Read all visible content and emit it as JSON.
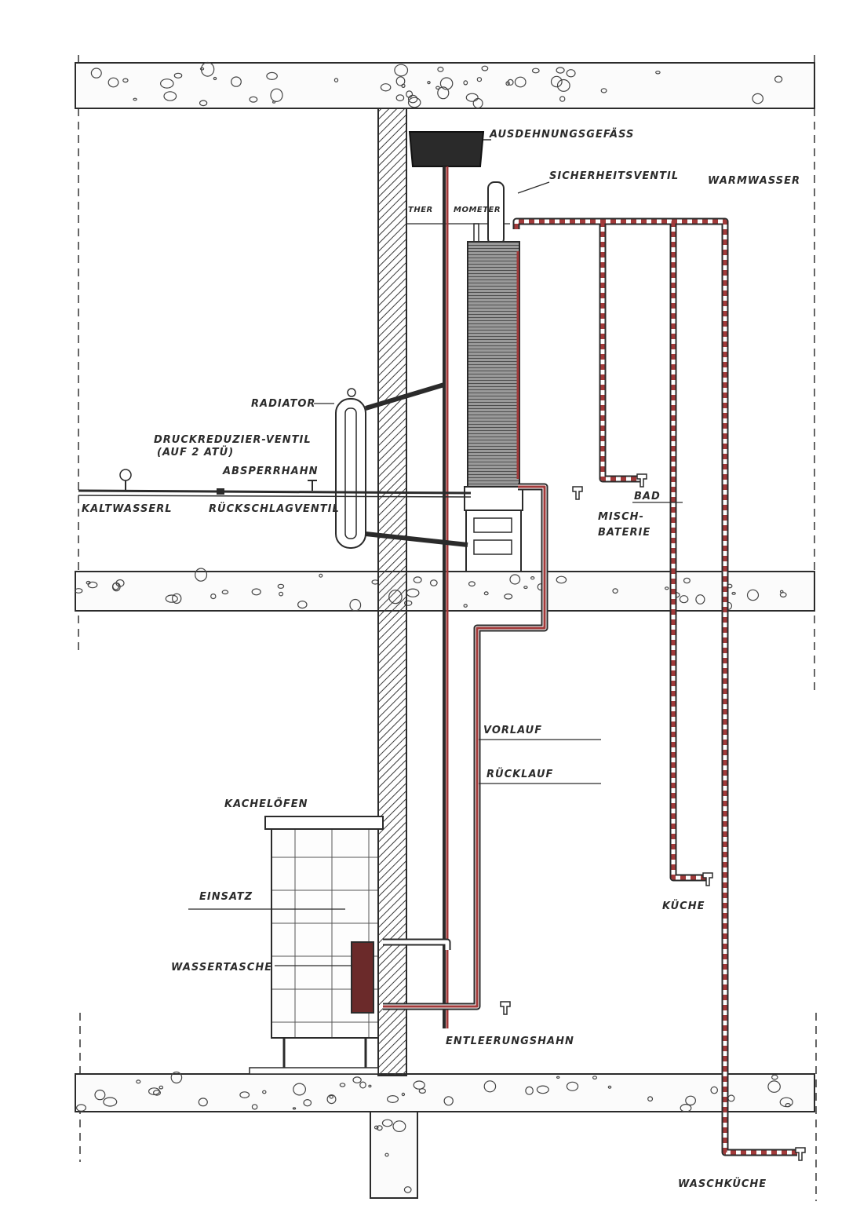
{
  "colors": {
    "hot": "#a23a3a",
    "ink": "#2b2b2b",
    "slab_fill": "#fbfbfb",
    "wall_hatch": "#3a3a3a",
    "tank_fill": "#2a2a2a"
  },
  "labels": {
    "ausdehnungsgefaess": "AUSDEHNUNGSGEFÄSS",
    "sicherheitsventil": "SICHERHEITSVENTIL",
    "warmwasser": "WARMWASSER",
    "thermometer_a": "THER",
    "thermometer_b": "MOMETER",
    "radiator": "RADIATOR",
    "druckreduzier_1": "DRUCKREDUZIER-VENTIL",
    "druckreduzier_2": "(AUF 2 ATÜ)",
    "absperrhahn": "ABSPERRHAHN",
    "kaltwasser": "KALTWASSERL",
    "rueckschlagventil": "RÜCKSCHLAGVENTIL",
    "bad": "BAD",
    "misch_1": "MISCH-",
    "misch_2": "BATERIE",
    "vorlauf": "VORLAUF",
    "ruecklauf": "RÜCKLAUF",
    "kacheloefen": "KACHELÖFEN",
    "einsatz": "EINSATZ",
    "wassertasche": "WASSERTASCHE",
    "kueche": "KÜCHE",
    "entleerungshahn": "ENTLEERUNGSHAHN",
    "waschkueche": "WASCHKÜCHE"
  }
}
